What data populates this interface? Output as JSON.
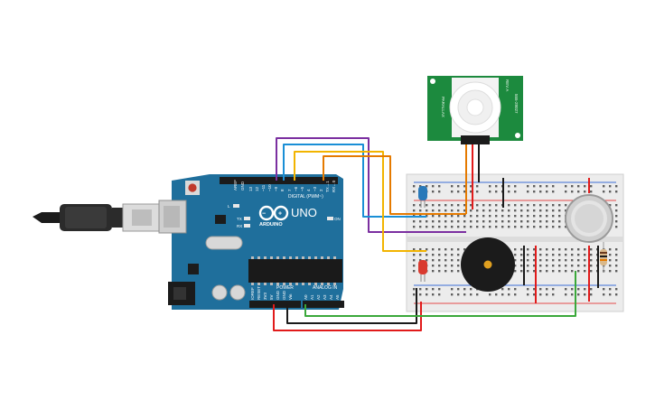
{
  "arduino": {
    "model": "UNO",
    "brand": "ARDUINO",
    "digital_label": "DIGITAL (PWM~)",
    "analog_label": "ANALOG IN",
    "power_label": "POWER",
    "aref_label": "AREF",
    "gnd_label": "GND",
    "digital_pins": [
      "13",
      "12",
      "~11",
      "~10",
      "~9",
      "8",
      "7",
      "~6",
      "~5",
      "4",
      "~3",
      "2",
      "TX→1",
      "RX←0"
    ],
    "power_pins": [
      "IOREF",
      "RESET",
      "3V3",
      "5V",
      "GND",
      "GND",
      "Vin"
    ],
    "analog_pins": [
      "A0",
      "A1",
      "A2",
      "A3",
      "A4",
      "A5"
    ],
    "led_labels": {
      "l": "L",
      "tx": "TX",
      "rx": "RX",
      "on": "ON"
    }
  },
  "pir_sensor": {
    "left_text": "PARALLAX",
    "right_text": "555-28027",
    "top_text": "REV A"
  },
  "colors": {
    "board_blue": "#1f6f9c",
    "wire_purple": "#7b2fa0",
    "wire_blue": "#1a8fd6",
    "wire_yellow": "#f2b400",
    "wire_orange": "#e57a00",
    "wire_red": "#e11b1b",
    "wire_black": "#1a1a1a",
    "wire_green": "#3aa83a",
    "pir_green": "#1c8a3e",
    "breadboard": "#ececec"
  }
}
